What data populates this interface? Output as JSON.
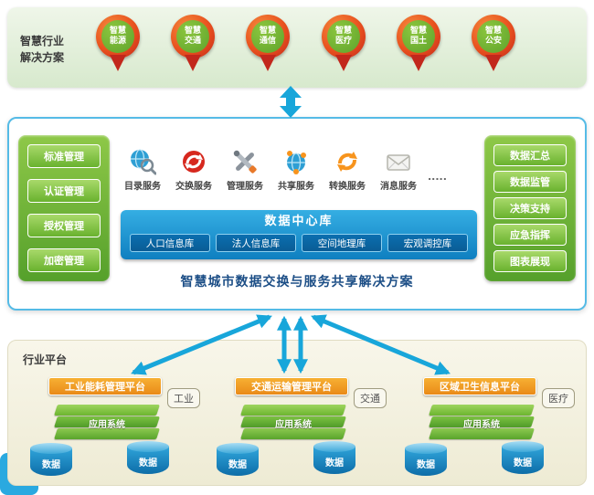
{
  "top": {
    "label_line1": "智慧行业",
    "label_line2": "解决方案",
    "pins": [
      {
        "line1": "智慧",
        "line2": "能源"
      },
      {
        "line1": "智慧",
        "line2": "交通"
      },
      {
        "line1": "智慧",
        "line2": "通信"
      },
      {
        "line1": "智慧",
        "line2": "医疗"
      },
      {
        "line1": "智慧",
        "line2": "国土"
      },
      {
        "line1": "智慧",
        "line2": "公安"
      }
    ]
  },
  "middle": {
    "left_panel": {
      "buttons": [
        "标准管理",
        "认证管理",
        "授权管理",
        "加密管理"
      ]
    },
    "right_panel": {
      "buttons": [
        "数据汇总",
        "数据监管",
        "决策支持",
        "应急指挥",
        "图表展现"
      ]
    },
    "services": [
      {
        "label": "目录服务"
      },
      {
        "label": "交换服务"
      },
      {
        "label": "管理服务"
      },
      {
        "label": "共享服务"
      },
      {
        "label": "转换服务"
      },
      {
        "label": "消息服务"
      }
    ],
    "services_ellipsis": ".....",
    "datacenter": {
      "title": "数据中心库",
      "databases": [
        "人口信息库",
        "法人信息库",
        "空间地理库",
        "宏观调控库"
      ]
    },
    "caption": "智慧城市数据交换与服务共享解决方案"
  },
  "bottom": {
    "label": "行业平台",
    "platforms": [
      {
        "title": "工业能耗管理平台",
        "tag": "工业",
        "app_label": "应用系统",
        "db_left": "数据",
        "db_right": "数据"
      },
      {
        "title": "交通运输管理平台",
        "tag": "交通",
        "app_label": "应用系统",
        "db_left": "数据",
        "db_right": "数据"
      },
      {
        "title": "区域卫生信息平台",
        "tag": "医疗",
        "app_label": "应用系统",
        "db_left": "数据",
        "db_right": "数据"
      }
    ]
  },
  "colors": {
    "arrow_blue": "#18a6da",
    "panel_border_blue": "#55bbe6",
    "green": "#6cb33f",
    "orange": "#f7941d",
    "pin_red": "#c2271c"
  }
}
